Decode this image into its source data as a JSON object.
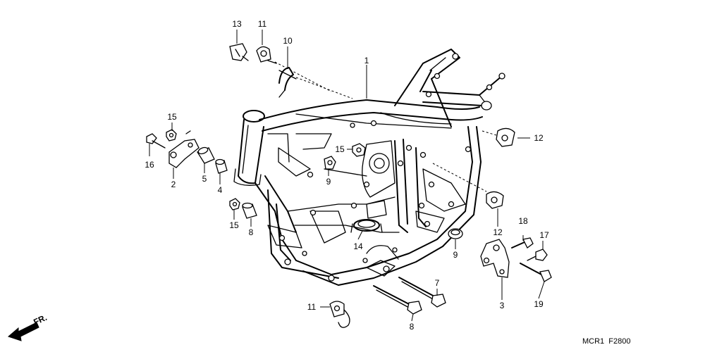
{
  "labels": {
    "p1": "1",
    "p2": "2",
    "p3": "3",
    "p4": "4",
    "p5": "5",
    "p7": "7",
    "p8a": "8",
    "p8b": "8",
    "p9a": "9",
    "p9b": "9",
    "p10": "10",
    "p11a": "11",
    "p11b": "11",
    "p12a": "12",
    "p12b": "12",
    "p13": "13",
    "p14": "14",
    "p15a": "15",
    "p15b": "15",
    "p15c": "15",
    "p16": "16",
    "p17": "17",
    "p18": "18",
    "p19": "19"
  },
  "front_indicator": "FR.",
  "figure_code": "MCR1  F2800"
}
